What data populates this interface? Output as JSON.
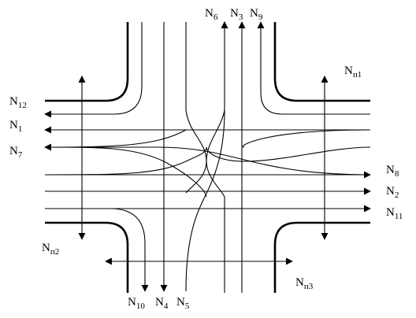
{
  "labels": {
    "N6": {
      "main": "N",
      "sub": "6"
    },
    "N3": {
      "main": "N",
      "sub": "3"
    },
    "N9": {
      "main": "N",
      "sub": "9"
    },
    "Np1": {
      "main": "N",
      "sub": "п1"
    },
    "N12": {
      "main": "N",
      "sub": "12"
    },
    "N1": {
      "main": "N",
      "sub": "1"
    },
    "N7": {
      "main": "N",
      "sub": "7"
    },
    "N8": {
      "main": "N",
      "sub": "8"
    },
    "N2": {
      "main": "N",
      "sub": "2"
    },
    "N11": {
      "main": "N",
      "sub": "11"
    },
    "Np2": {
      "main": "N",
      "sub": "п2"
    },
    "Np3": {
      "main": "N",
      "sub": "п3"
    },
    "N10": {
      "main": "N",
      "sub": "10"
    },
    "N4": {
      "main": "N",
      "sub": "4"
    },
    "N5": {
      "main": "N",
      "sub": "5"
    }
  }
}
